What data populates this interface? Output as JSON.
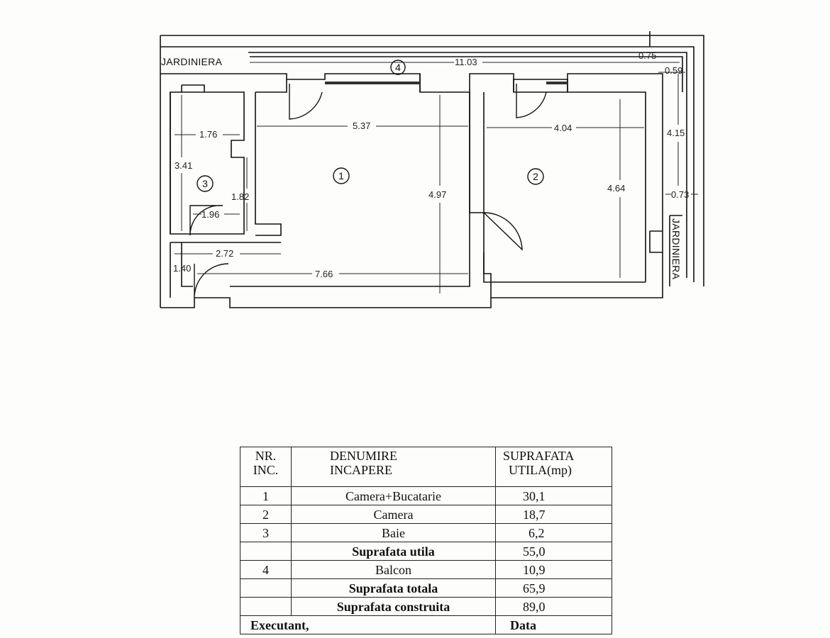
{
  "plan": {
    "terrace_label_top": "JARDINIERA",
    "terrace_label_side": "JARDINIERA",
    "rooms": [
      "1",
      "2",
      "3",
      "4"
    ],
    "dimensions": {
      "total_length": "11.03",
      "d_075": "0.75",
      "d_059": "0.59",
      "room1_width": "5.37",
      "room2_width": "4.04",
      "d_415": "4.15",
      "bath_width": "1.76",
      "bath_height": "3.41",
      "d_182": "1.82",
      "d_196": "1.96",
      "room1_height": "4.97",
      "room2_height": "4.64",
      "d_073": "0.73",
      "d_272": "2.72",
      "d_140": "1.40",
      "d_766": "7.66"
    }
  },
  "table": {
    "headers": {
      "nr_line1": "NR.",
      "nr_line2": "INC.",
      "name_line1": "DENUMIRE",
      "name_line2": "INCAPERE",
      "area_line1": "SUPRAFATA",
      "area_line2": "UTILA(mp)"
    },
    "rows": [
      {
        "nr": "1",
        "name": "Camera+Bucatarie",
        "area": "30,1"
      },
      {
        "nr": "2",
        "name": "Camera",
        "area": "18,7"
      },
      {
        "nr": "3",
        "name": "Baie",
        "area": "6,2"
      },
      {
        "nr": "",
        "name": "Suprafata utila",
        "area": "55,0"
      },
      {
        "nr": "4",
        "name": "Balcon",
        "area": "10,9"
      },
      {
        "nr": "",
        "name": "Suprafata totala",
        "area": "65,9"
      },
      {
        "nr": "",
        "name": "Suprafata construita",
        "area": "89,0"
      }
    ],
    "footer": {
      "executant": "Executant,",
      "data": "Data"
    }
  }
}
